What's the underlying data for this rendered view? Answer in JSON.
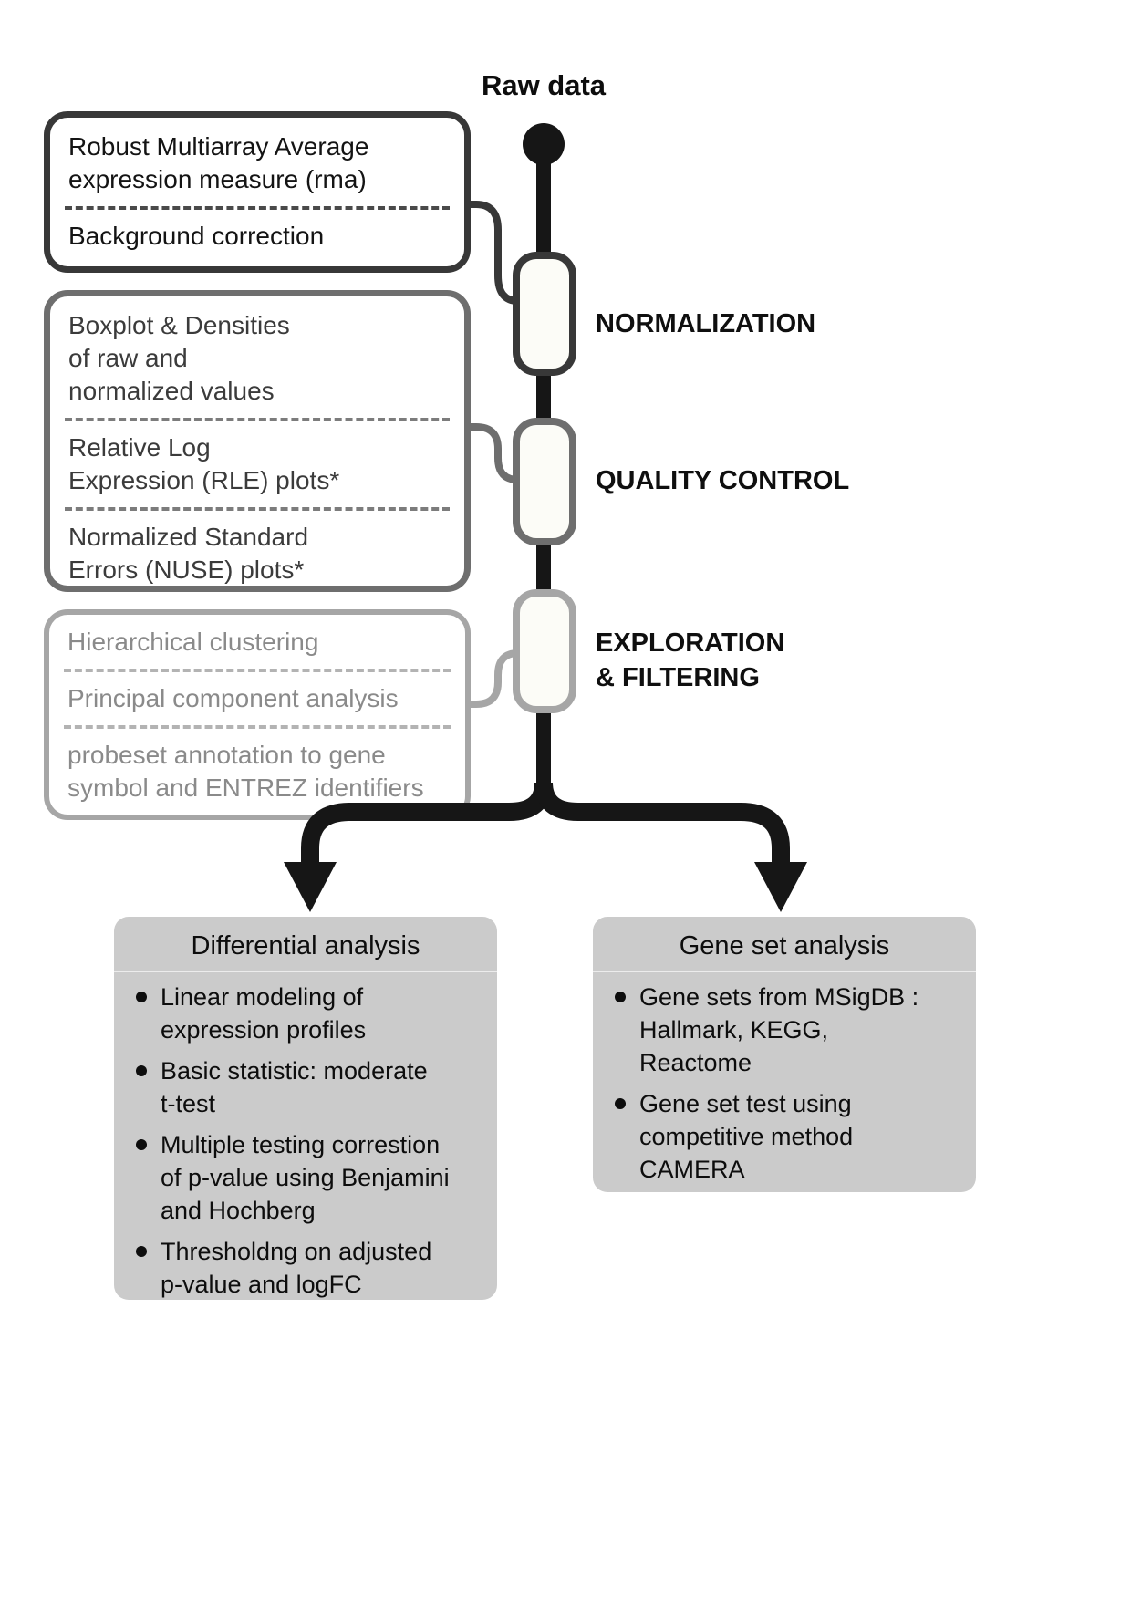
{
  "header": {
    "raw_data_label": "Raw data"
  },
  "stages": [
    {
      "name": "normalization",
      "label": "NORMALIZATION",
      "items": [
        "Robust Multiarray Average\nexpression measure (rma)",
        "Background correction"
      ]
    },
    {
      "name": "quality-control",
      "label": "QUALITY CONTROL",
      "items": [
        "Boxplot & Densities\nof raw and\nnormalized values",
        "Relative Log\nExpression (RLE) plots*",
        "Normalized Standard\nErrors (NUSE) plots*"
      ]
    },
    {
      "name": "exploration-filtering",
      "label": "EXPLORATION\n& FILTERING",
      "items": [
        "Hierarchical clustering",
        "Principal component analysis",
        "probeset annotation to gene\nsymbol and ENTREZ identifiers"
      ]
    }
  ],
  "analyses": [
    {
      "title": "Differential analysis",
      "bullets": [
        "Linear modeling of\nexpression profiles",
        "Basic statistic: moderate\nt-test",
        "Multiple testing correstion\nof p-value using Benjamini\nand Hochberg",
        "Thresholdng on adjusted\np-value and logFC"
      ]
    },
    {
      "title": "Gene set analysis",
      "bullets": [
        "Gene sets from MSigDB :\nHallmark, KEGG,\nReactome",
        "Gene set test using\ncompetitive method\nCAMERA"
      ]
    }
  ],
  "colors": {
    "pipeline": "#161616",
    "stage1_border": "#383838",
    "stage2_border": "#6e6e6e",
    "stage3_border": "#a6a6a6",
    "node_fill": "#fcfcf7",
    "panel_background": "#cbcbcb"
  }
}
